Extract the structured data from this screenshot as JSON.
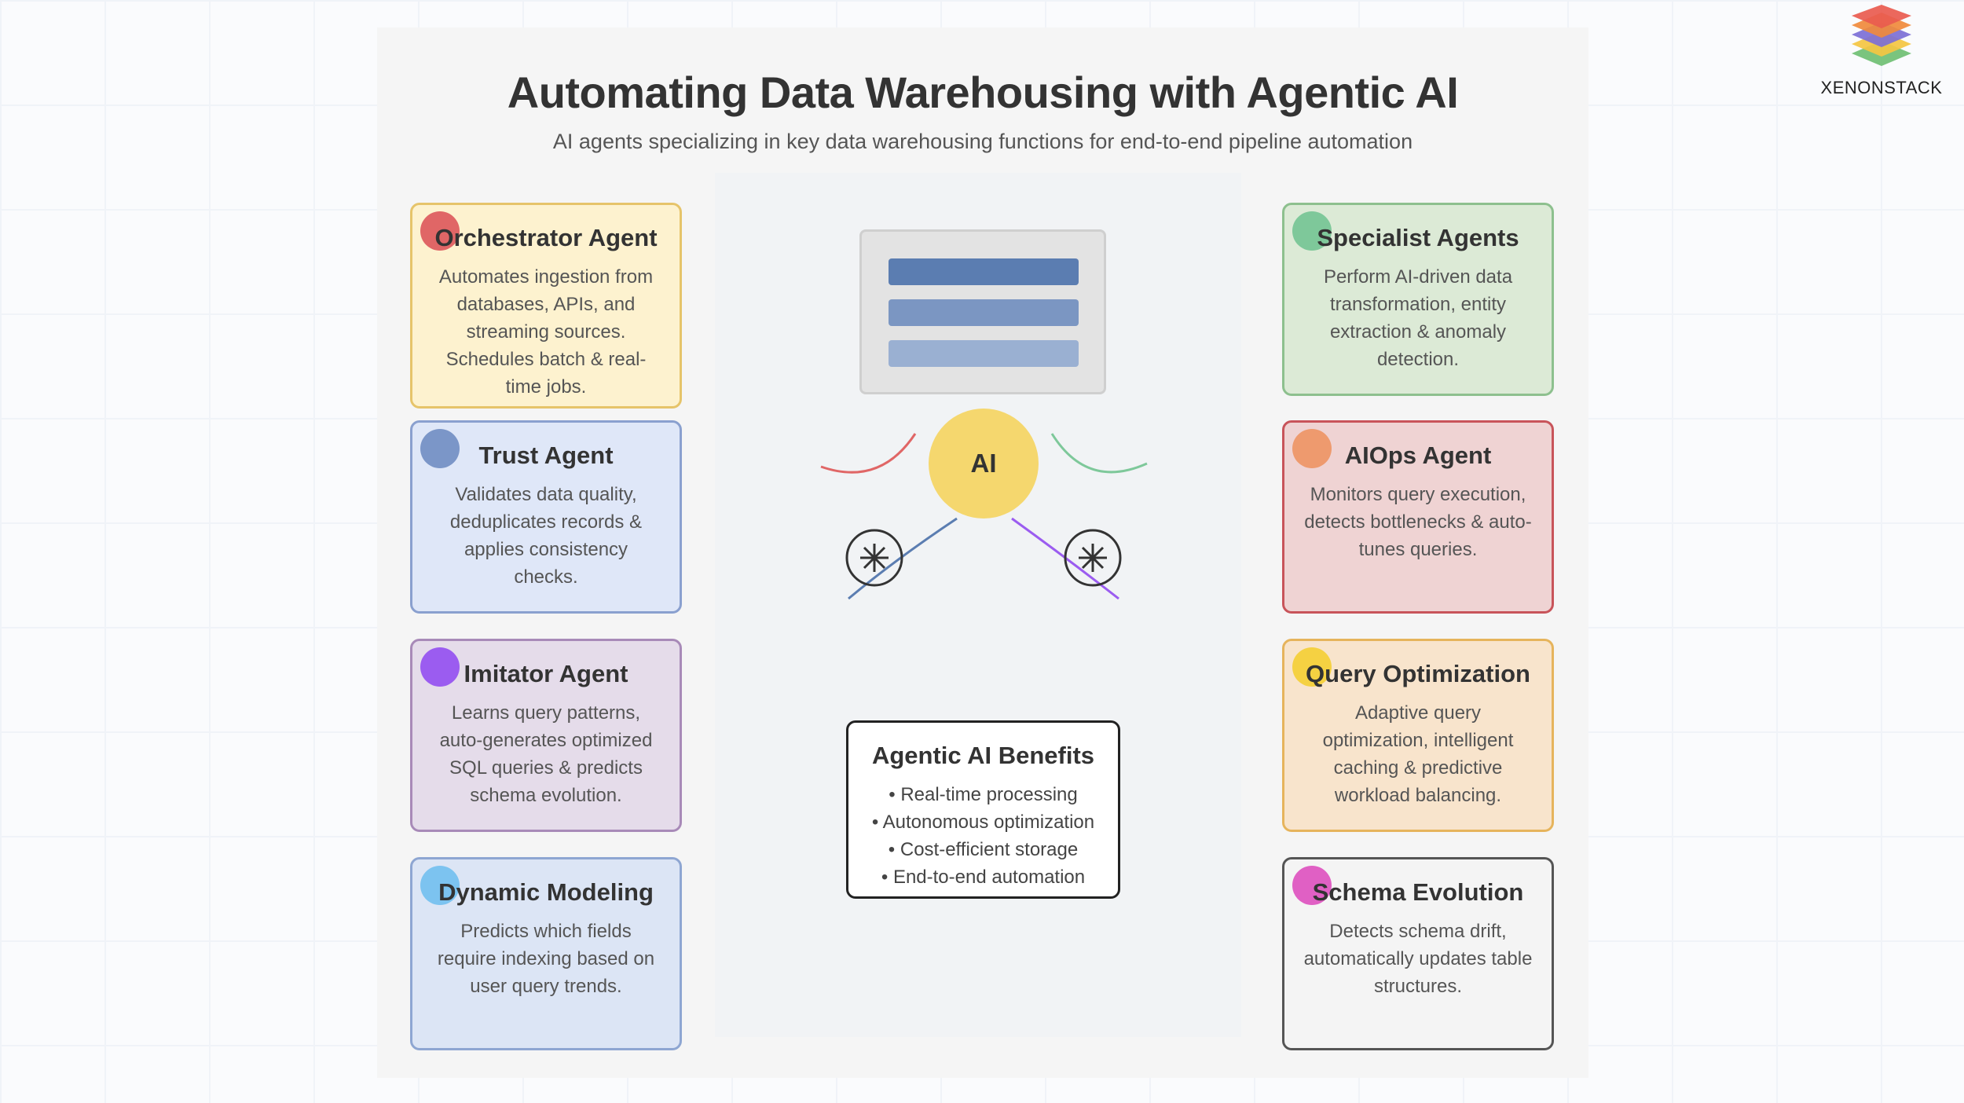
{
  "header": {
    "title": "Automating Data Warehousing with Agentic AI",
    "subtitle": "AI agents specializing in key data warehousing functions for end-to-end pipeline automation"
  },
  "logo": {
    "brand": "XENONSTACK",
    "layer_colors": [
      "#e95b4f",
      "#f08a3c",
      "#7c6fd6",
      "#f4c542",
      "#6fbf73"
    ]
  },
  "center": {
    "ai_label": "AI",
    "ai_color": "#f5d76e",
    "server_bar_colors": [
      "#5b7db1",
      "#7b96c2",
      "#9ab0d2"
    ]
  },
  "benefits": {
    "title": "Agentic AI Benefits",
    "items": [
      "• Real-time processing",
      "• Autonomous optimization",
      "• Cost-efficient storage",
      "• End-to-end automation"
    ]
  },
  "agents_left": [
    {
      "title": "Orchestrator Agent",
      "body": "Automates ingestion from databases, APIs, and streaming sources. Schedules batch & real-time jobs.",
      "dot": "#e06666",
      "bg": "#fdf2cf",
      "border": "#e6c46a"
    },
    {
      "title": "Trust Agent",
      "body": "Validates data quality, deduplicates records & applies consistency checks.",
      "dot": "#7b96c8",
      "bg": "#dfe7f8",
      "border": "#8aa0cf"
    },
    {
      "title": "Imitator Agent",
      "body": "Learns query patterns, auto-generates optimized SQL queries & predicts schema evolution.",
      "dot": "#9b5cf0",
      "bg": "#e5dcea",
      "border": "#a88ab8"
    },
    {
      "title": "Dynamic Modeling",
      "body": "Predicts which fields require indexing based on user query trends.",
      "dot": "#7cc3f0",
      "bg": "#dce5f5",
      "border": "#8ea6d2"
    }
  ],
  "agents_right": [
    {
      "title": "Specialist Agents",
      "body": "Perform AI-driven data transformation, entity extraction & anomaly detection.",
      "dot": "#7ec89a",
      "bg": "#dcead6",
      "border": "#8dc08e"
    },
    {
      "title": "AIOps Agent",
      "body": "Monitors query execution, detects bottlenecks & auto-tunes queries.",
      "dot": "#ee9a6e",
      "bg": "#efd3d3",
      "border": "#c8545a"
    },
    {
      "title": "Query Optimization",
      "body": "Adaptive query optimization, intelligent caching & predictive workload balancing.",
      "dot": "#f5d142",
      "bg": "#f8e4cc",
      "border": "#e6b45c"
    },
    {
      "title": "Schema Evolution",
      "body": "Detects schema drift, automatically updates table structures.",
      "dot": "#e060c4",
      "bg": "#f4f4f4",
      "border": "#555555"
    }
  ]
}
